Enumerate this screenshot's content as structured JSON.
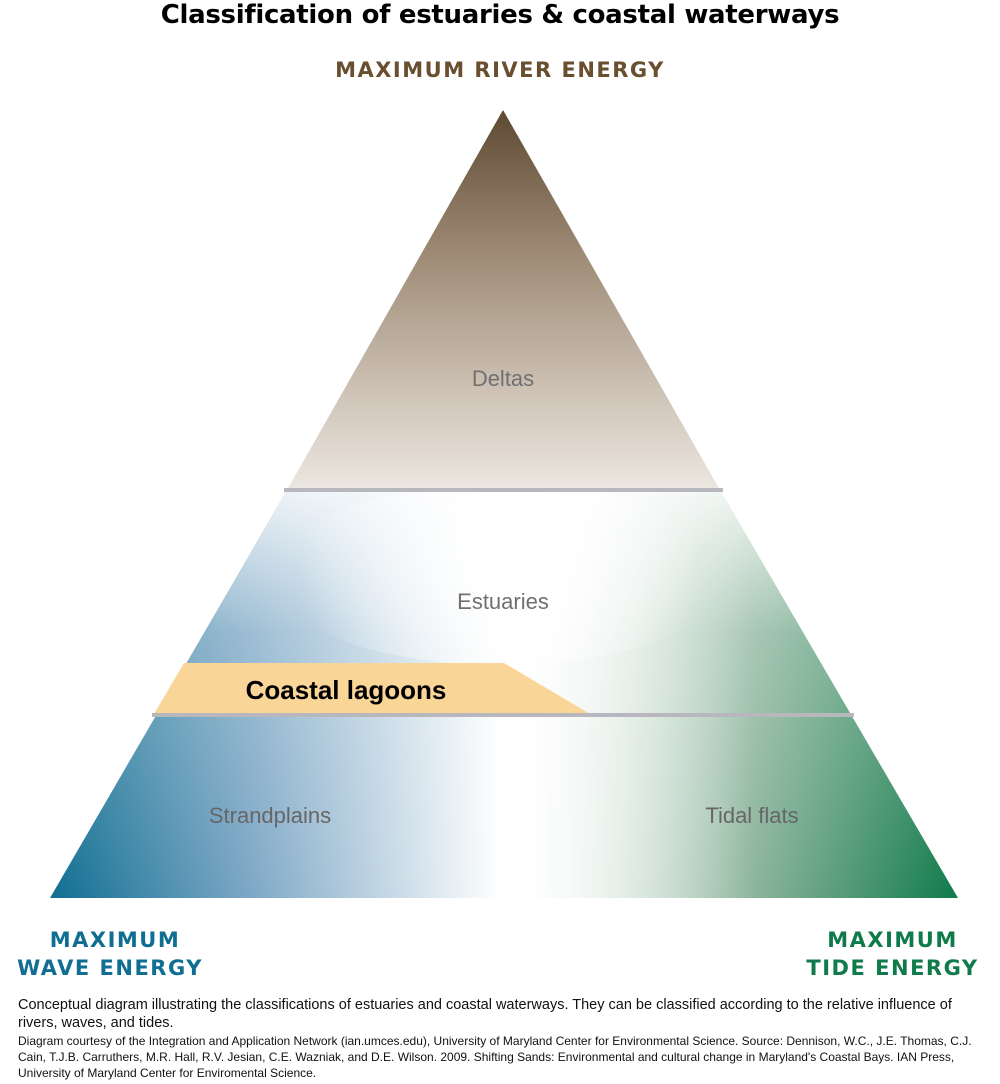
{
  "title": "Classification of estuaries & coastal waterways",
  "labels": {
    "top": "MAXIMUM RIVER ENERGY",
    "wave_line1": "MAXIMUM",
    "wave_line2": "WAVE ENERGY",
    "tide_line1": "MAXIMUM",
    "tide_line2": "TIDE ENERGY"
  },
  "zones": {
    "deltas": "Deltas",
    "estuaries": "Estuaries",
    "coastal_lagoons": "Coastal lagoons",
    "strandplains": "Strandplains",
    "tidal_flats": "Tidal flats"
  },
  "colors": {
    "river": "#5e4a33",
    "wave": "#0f6e91",
    "tide": "#0f7a4a",
    "lagoon": "#f9d598",
    "divider": "#b7b7bd"
  },
  "caption": {
    "main": "Conceptual diagram illustrating the classifications of estuaries and coastal waterways. They can be classified according to the relative influence of rivers, waves, and tides.",
    "credit": "Diagram courtesy of the Integration and Application Network (ian.umces.edu), University of Maryland Center for Environmental Science. Source: Dennison, W.C., J.E. Thomas, C.J. Cain, T.J.B. Carruthers, M.R. Hall, R.V. Jesian, C.E. Wazniak, and D.E. Wilson. 2009. Shifting Sands: Environmental and cultural change in Maryland's Coastal Bays. IAN Press, University of Maryland Center for Enviromental Science."
  }
}
